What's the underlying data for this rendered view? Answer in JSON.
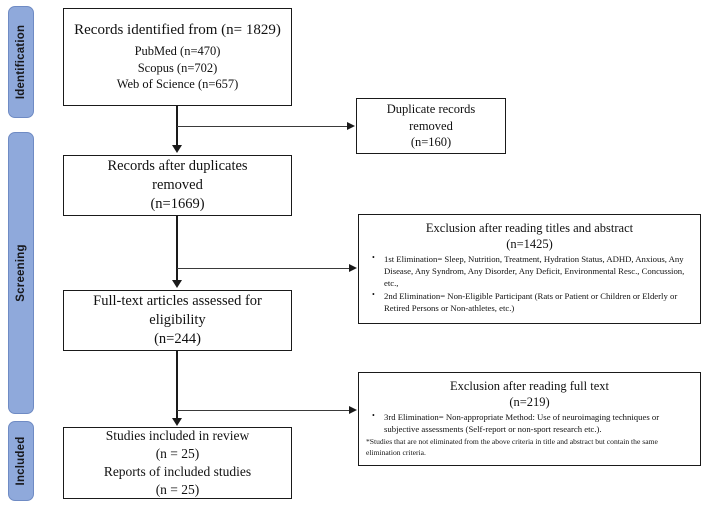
{
  "stages": [
    {
      "id": "identification",
      "label": "Identification"
    },
    {
      "id": "screening",
      "label": "Screening"
    },
    {
      "id": "included",
      "label": "Included"
    }
  ],
  "colors": {
    "stage_rail_fill": "#8fa9db",
    "stage_rail_border": "#6f8bc4",
    "box_border": "#1a1a1a",
    "text": "#111111",
    "background": "#ffffff"
  },
  "boxes": {
    "identified": {
      "title": "Records identified from (n= 1829)",
      "sources": [
        "PubMed (n=470)",
        "Scopus (n=702)",
        "Web of Science (n=657)"
      ]
    },
    "duplicates_removed": {
      "line1": "Duplicate records",
      "line2": "removed",
      "count": "(n=160)"
    },
    "records_after_duplicates": {
      "line1": "Records after duplicates",
      "line2": "removed",
      "count": "(n=1669)"
    },
    "exclusion_titles_abstract": {
      "title": "Exclusion after reading titles and abstract",
      "count": "(n=1425)",
      "items": [
        "1st Elimination= Sleep, Nutrition, Treatment, Hydration Status, ADHD, Anxious, Any Disease, Any Syndrom, Any Disorder, Any Deficit, Environmental Resc., Concussion, etc.,",
        "2nd Elimination= Non-Eligible Participant (Rats or Patient or Children or Elderly or Retired Persons or Non-athletes, etc.)"
      ]
    },
    "fulltext_assessed": {
      "line1": "Full-text articles assessed for",
      "line2": "eligibility",
      "count": "(n=244)"
    },
    "exclusion_fulltext": {
      "title": "Exclusion after reading full text",
      "count": "(n=219)",
      "items": [
        "3rd Elimination= Non-appropriate Method: Use of neuroimaging techniques or subjective assessments (Self-report or non-sport research etc.)."
      ],
      "footnote": "*Studies that are not eliminated from the above criteria in title and abstract but contain the same elimination criteria."
    },
    "studies_included": {
      "line1": "Studies included in review",
      "count1": "(n = 25)",
      "line2": "Reports of included studies",
      "count2": "(n = 25)"
    }
  },
  "connectors": [
    {
      "id": "identified-to-after-duplicates",
      "kind": "arrow-down"
    },
    {
      "id": "identified-to-duplicates-removed",
      "kind": "arrow-right"
    },
    {
      "id": "after-duplicates-to-fulltext",
      "kind": "arrow-down"
    },
    {
      "id": "after-duplicates-to-exclusion-titles",
      "kind": "arrow-right"
    },
    {
      "id": "fulltext-to-included",
      "kind": "arrow-down"
    },
    {
      "id": "fulltext-to-exclusion-fulltext",
      "kind": "arrow-right"
    }
  ]
}
